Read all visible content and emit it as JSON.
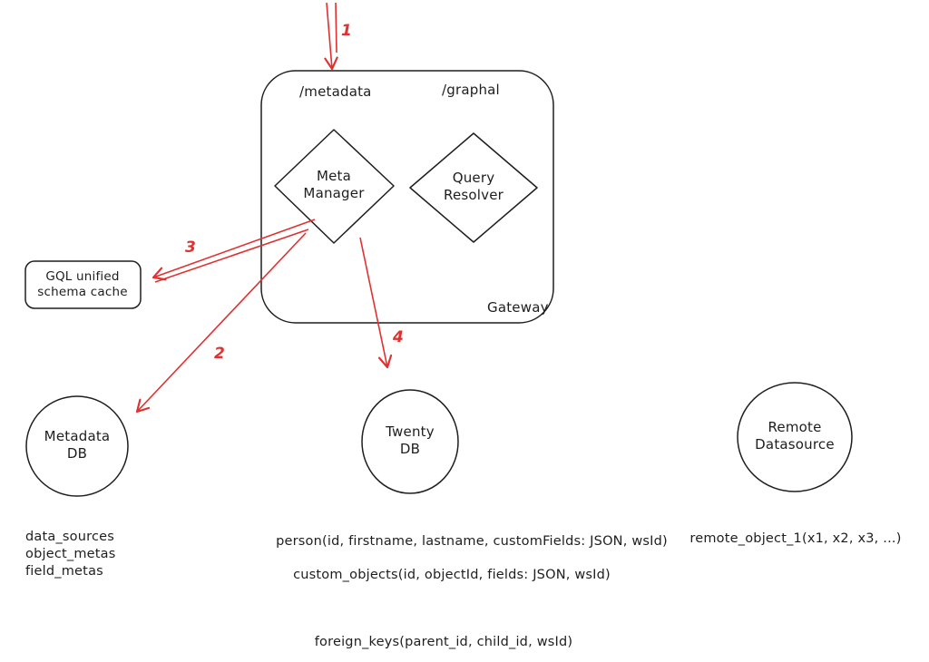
{
  "diagram": {
    "gateway": {
      "label": "Gateway",
      "endpoint_metadata": "/metadata",
      "endpoint_graphql": "/graphal",
      "meta_manager": "Meta\nManager",
      "query_resolver": "Query\nResolver"
    },
    "cache": {
      "label": "GQL unified\nschema cache"
    },
    "nodes": {
      "metadata_db": "Metadata\nDB",
      "twenty_db": "Twenty\nDB",
      "remote_datasource": "Remote\nDatasource"
    },
    "arrows": {
      "a1": "1",
      "a2": "2",
      "a3": "3",
      "a4": "4"
    },
    "annotations": {
      "metadata_tables": "data_sources\nobject_metas\nfield_metas",
      "twenty_person": "person(id, firstname, lastname, customFields: JSON, wsId)",
      "twenty_custom_objects": "custom_objects(id, objectId, fields: JSON, wsId)",
      "twenty_foreign_keys": "foreign_keys(parent_id, child_id, wsId)",
      "remote_object": "remote_object_1(x1, x2, x3, ...)"
    },
    "colors": {
      "stroke": "#1e1e1e",
      "arrow": "#e03131"
    }
  }
}
